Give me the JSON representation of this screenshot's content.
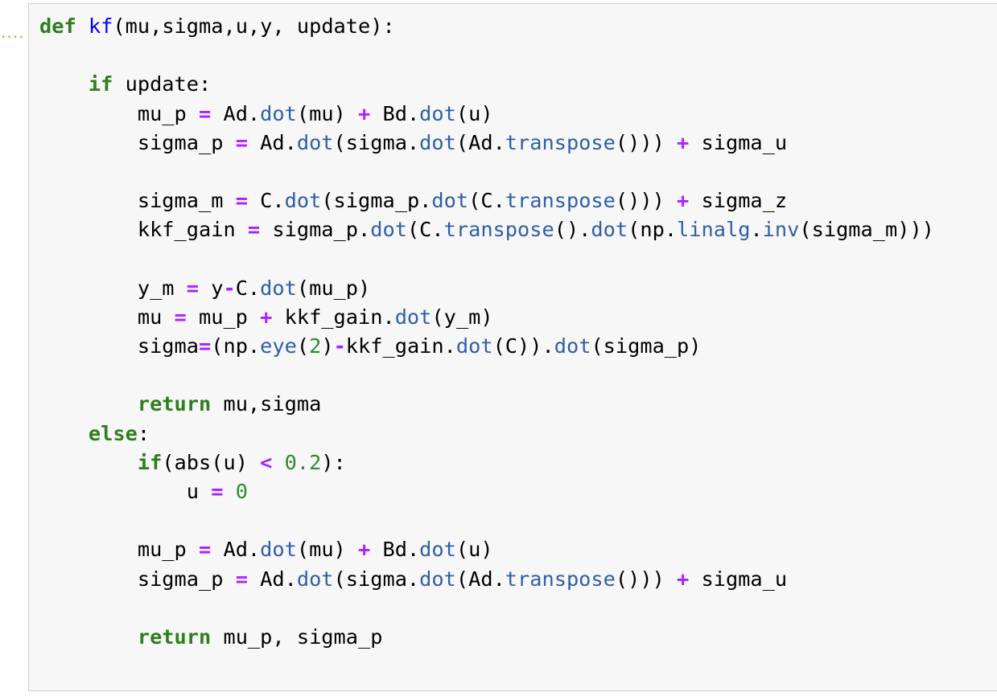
{
  "cell": {
    "collapse_marker": "....",
    "lines": [
      [
        {
          "t": "def",
          "c": "kw"
        },
        {
          "t": " ",
          "c": "name"
        },
        {
          "t": "kf",
          "c": "fn"
        },
        {
          "t": "(mu,sigma,u,y, update):",
          "c": "name"
        }
      ],
      [],
      [
        {
          "t": "    ",
          "c": "name"
        },
        {
          "t": "if",
          "c": "kw"
        },
        {
          "t": " update:",
          "c": "name"
        }
      ],
      [
        {
          "t": "        mu_p ",
          "c": "name"
        },
        {
          "t": "=",
          "c": "op"
        },
        {
          "t": " Ad.",
          "c": "name"
        },
        {
          "t": "dot",
          "c": "attr"
        },
        {
          "t": "(mu) ",
          "c": "name"
        },
        {
          "t": "+",
          "c": "op"
        },
        {
          "t": " Bd.",
          "c": "name"
        },
        {
          "t": "dot",
          "c": "attr"
        },
        {
          "t": "(u)",
          "c": "name"
        }
      ],
      [
        {
          "t": "        sigma_p ",
          "c": "name"
        },
        {
          "t": "=",
          "c": "op"
        },
        {
          "t": " Ad.",
          "c": "name"
        },
        {
          "t": "dot",
          "c": "attr"
        },
        {
          "t": "(sigma.",
          "c": "name"
        },
        {
          "t": "dot",
          "c": "attr"
        },
        {
          "t": "(Ad.",
          "c": "name"
        },
        {
          "t": "transpose",
          "c": "attr"
        },
        {
          "t": "())) ",
          "c": "name"
        },
        {
          "t": "+",
          "c": "op"
        },
        {
          "t": " sigma_u",
          "c": "name"
        }
      ],
      [],
      [
        {
          "t": "        sigma_m ",
          "c": "name"
        },
        {
          "t": "=",
          "c": "op"
        },
        {
          "t": " C.",
          "c": "name"
        },
        {
          "t": "dot",
          "c": "attr"
        },
        {
          "t": "(sigma_p.",
          "c": "name"
        },
        {
          "t": "dot",
          "c": "attr"
        },
        {
          "t": "(C.",
          "c": "name"
        },
        {
          "t": "transpose",
          "c": "attr"
        },
        {
          "t": "())) ",
          "c": "name"
        },
        {
          "t": "+",
          "c": "op"
        },
        {
          "t": " sigma_z",
          "c": "name"
        }
      ],
      [
        {
          "t": "        kkf_gain ",
          "c": "name"
        },
        {
          "t": "=",
          "c": "op"
        },
        {
          "t": " sigma_p.",
          "c": "name"
        },
        {
          "t": "dot",
          "c": "attr"
        },
        {
          "t": "(C.",
          "c": "name"
        },
        {
          "t": "transpose",
          "c": "attr"
        },
        {
          "t": "().",
          "c": "name"
        },
        {
          "t": "dot",
          "c": "attr"
        },
        {
          "t": "(np.",
          "c": "name"
        },
        {
          "t": "linalg",
          "c": "attr"
        },
        {
          "t": ".",
          "c": "name"
        },
        {
          "t": "inv",
          "c": "attr"
        },
        {
          "t": "(sigma_m)))",
          "c": "name"
        }
      ],
      [],
      [
        {
          "t": "        y_m ",
          "c": "name"
        },
        {
          "t": "=",
          "c": "op"
        },
        {
          "t": " y",
          "c": "name"
        },
        {
          "t": "-",
          "c": "op"
        },
        {
          "t": "C.",
          "c": "name"
        },
        {
          "t": "dot",
          "c": "attr"
        },
        {
          "t": "(mu_p)",
          "c": "name"
        }
      ],
      [
        {
          "t": "        mu ",
          "c": "name"
        },
        {
          "t": "=",
          "c": "op"
        },
        {
          "t": " mu_p ",
          "c": "name"
        },
        {
          "t": "+",
          "c": "op"
        },
        {
          "t": " kkf_gain.",
          "c": "name"
        },
        {
          "t": "dot",
          "c": "attr"
        },
        {
          "t": "(y_m)",
          "c": "name"
        }
      ],
      [
        {
          "t": "        sigma",
          "c": "name"
        },
        {
          "t": "=",
          "c": "op"
        },
        {
          "t": "(np.",
          "c": "name"
        },
        {
          "t": "eye",
          "c": "attr"
        },
        {
          "t": "(",
          "c": "name"
        },
        {
          "t": "2",
          "c": "num"
        },
        {
          "t": ")",
          "c": "name"
        },
        {
          "t": "-",
          "c": "op"
        },
        {
          "t": "kkf_gain.",
          "c": "name"
        },
        {
          "t": "dot",
          "c": "attr"
        },
        {
          "t": "(C)).",
          "c": "name"
        },
        {
          "t": "dot",
          "c": "attr"
        },
        {
          "t": "(sigma_p)",
          "c": "name"
        }
      ],
      [],
      [
        {
          "t": "        ",
          "c": "name"
        },
        {
          "t": "return",
          "c": "kw"
        },
        {
          "t": " mu,sigma",
          "c": "name"
        }
      ],
      [
        {
          "t": "    ",
          "c": "name"
        },
        {
          "t": "else",
          "c": "kw"
        },
        {
          "t": ":",
          "c": "name"
        }
      ],
      [
        {
          "t": "        ",
          "c": "name"
        },
        {
          "t": "if",
          "c": "kw"
        },
        {
          "t": "(abs(u) ",
          "c": "name"
        },
        {
          "t": "<",
          "c": "op"
        },
        {
          "t": " ",
          "c": "name"
        },
        {
          "t": "0.2",
          "c": "num"
        },
        {
          "t": "):",
          "c": "name"
        }
      ],
      [
        {
          "t": "            u ",
          "c": "name"
        },
        {
          "t": "=",
          "c": "op"
        },
        {
          "t": " ",
          "c": "name"
        },
        {
          "t": "0",
          "c": "num"
        }
      ],
      [],
      [
        {
          "t": "        mu_p ",
          "c": "name"
        },
        {
          "t": "=",
          "c": "op"
        },
        {
          "t": " Ad.",
          "c": "name"
        },
        {
          "t": "dot",
          "c": "attr"
        },
        {
          "t": "(mu) ",
          "c": "name"
        },
        {
          "t": "+",
          "c": "op"
        },
        {
          "t": " Bd.",
          "c": "name"
        },
        {
          "t": "dot",
          "c": "attr"
        },
        {
          "t": "(u)",
          "c": "name"
        }
      ],
      [
        {
          "t": "        sigma_p ",
          "c": "name"
        },
        {
          "t": "=",
          "c": "op"
        },
        {
          "t": " Ad.",
          "c": "name"
        },
        {
          "t": "dot",
          "c": "attr"
        },
        {
          "t": "(sigma.",
          "c": "name"
        },
        {
          "t": "dot",
          "c": "attr"
        },
        {
          "t": "(Ad.",
          "c": "name"
        },
        {
          "t": "transpose",
          "c": "attr"
        },
        {
          "t": "())) ",
          "c": "name"
        },
        {
          "t": "+",
          "c": "op"
        },
        {
          "t": " sigma_u",
          "c": "name"
        }
      ],
      [],
      [
        {
          "t": "        ",
          "c": "name"
        },
        {
          "t": "return",
          "c": "kw"
        },
        {
          "t": " mu_p, sigma_p",
          "c": "name"
        }
      ]
    ]
  },
  "colors": {
    "keyword": "#2f7d1f",
    "function_name": "#0000ff",
    "operator": "#aa22ff",
    "attribute": "#2f5fa8",
    "number": "#2e8b2e",
    "cell_background": "#f7f7f7",
    "cell_border": "#cfcfcf",
    "collapse_marker": "#f0a040"
  }
}
